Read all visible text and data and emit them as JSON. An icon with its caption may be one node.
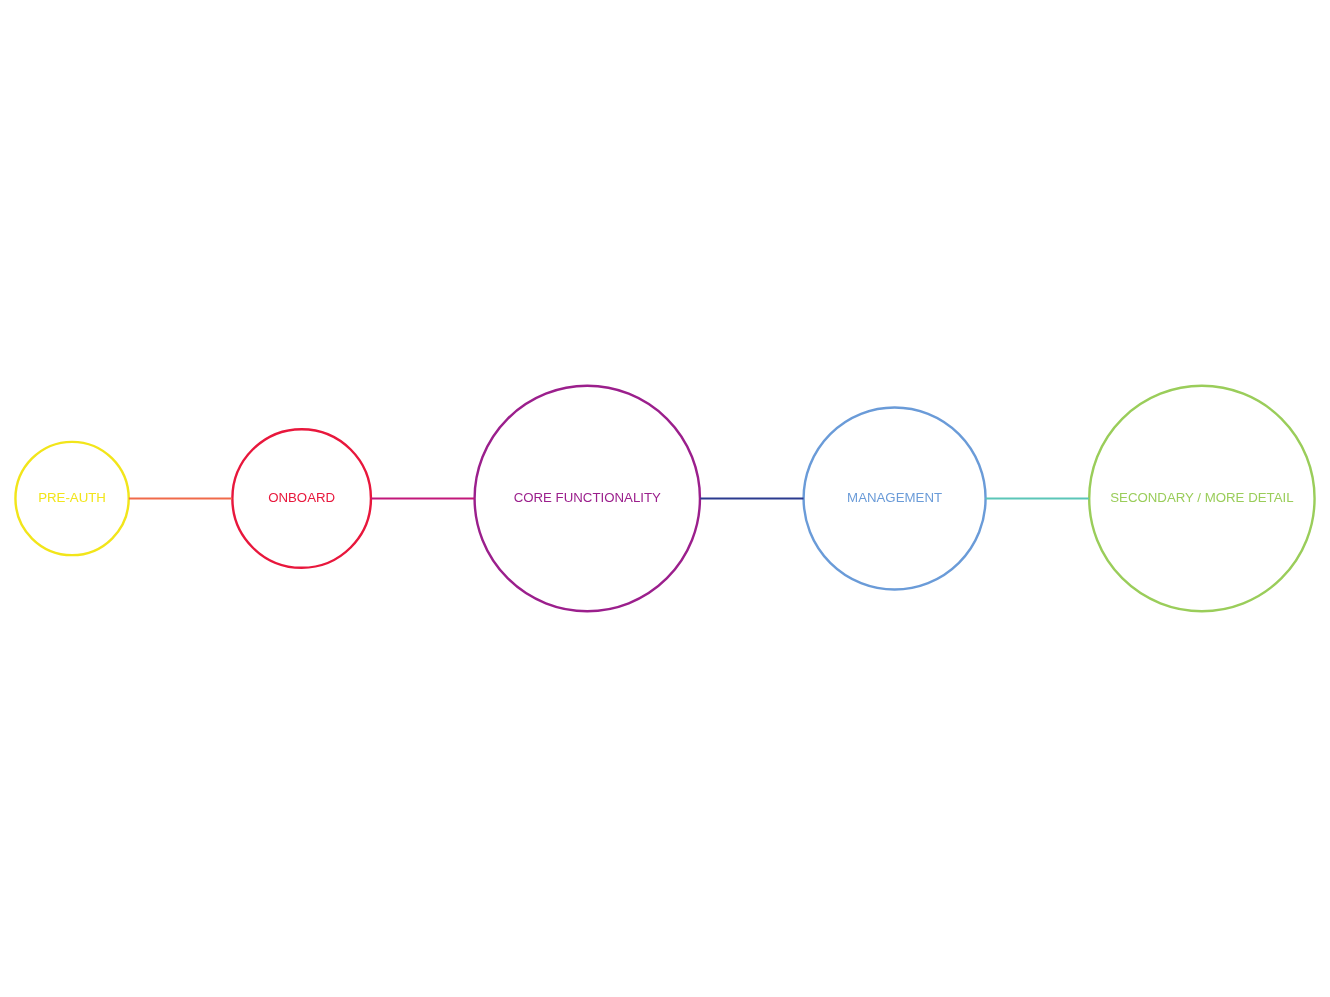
{
  "diagram": {
    "nodes": [
      {
        "text": [
          "PRE-AUTH"
        ]
      },
      {
        "text": [
          "ONBOARD"
        ]
      },
      {
        "text": [
          "CORE FUNCTIONALITY"
        ]
      },
      {
        "text": [
          "MANAGEMENT"
        ]
      },
      {
        "text": [
          "SECONDARY / MORE DETAIL"
        ]
      }
    ],
    "edges": [
      {
        "from": 0,
        "to": 1,
        "arrow": "none",
        "color": "#f06a4a"
      },
      {
        "from": 1,
        "to": 2,
        "arrow": "none",
        "color": "#c2187a"
      },
      {
        "from": 2,
        "to": 3,
        "arrow": "none",
        "color": "#2b3b8f"
      },
      {
        "from": 3,
        "to": 4,
        "arrow": "none",
        "color": "#5bc6b8"
      }
    ]
  }
}
